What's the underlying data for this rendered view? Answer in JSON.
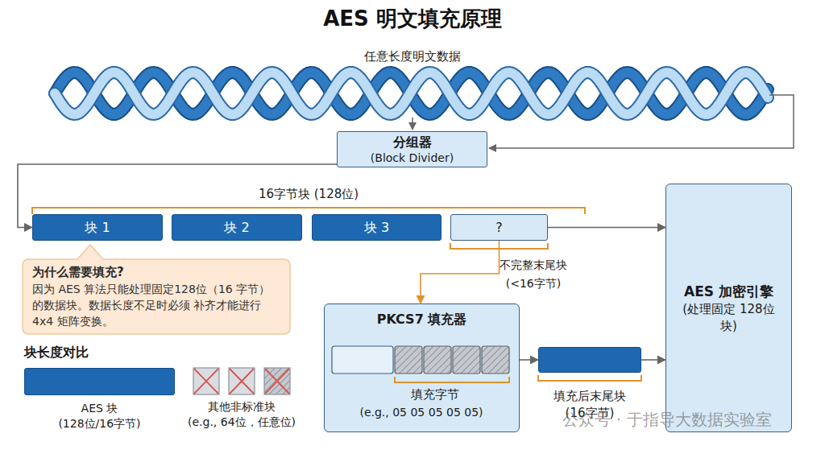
{
  "diagram": {
    "title": "AES 明文填充原理",
    "nodes": [
      {
        "text": [
          "分组器",
          "(Block Divider)"
        ]
      },
      {
        "text": [
          "块 1"
        ]
      },
      {
        "text": [
          "块 2"
        ]
      },
      {
        "text": [
          "块 3"
        ]
      },
      {
        "text": [
          "?"
        ]
      },
      {
        "text": [
          "AES 加密引擎",
          "(处理固定 128位 块)"
        ]
      },
      {
        "text": [
          "为什么需要填充?",
          "因为 AES 算法只能处理固定128位（16 字节）的数据块。数据长度不足时必须 补齐才能进行 4x4 矩阵变换。"
        ]
      },
      {
        "text": [
          "PKCS7 填充器"
        ]
      },
      {
        "text": [
          "填充后末尾块 (16字节)"
        ]
      },
      {
        "text": [
          "AES 块 (128位/16字节)"
        ]
      }
    ],
    "edges": [
      {
        "from": 0,
        "to": 1,
        "arrow": "to"
      },
      {
        "from": 4,
        "to": 5,
        "arrow": "to"
      },
      {
        "from": 4,
        "to": 7,
        "label": "不完整末尾块 (<16字节)",
        "arrow": "to"
      },
      {
        "from": 7,
        "to": 8,
        "arrow": "to"
      },
      {
        "from": 8,
        "to": 5,
        "arrow": "to"
      }
    ],
    "labels": [
      "任意长度明文数据",
      "16字节块 (128位)",
      "块长度对比",
      "其他非标准块 (e.g., 64位，任意位)",
      "填充字节",
      "(e.g., 05 05 05 05 05)",
      "公众号 · 于指导大数据实验室"
    ]
  }
}
